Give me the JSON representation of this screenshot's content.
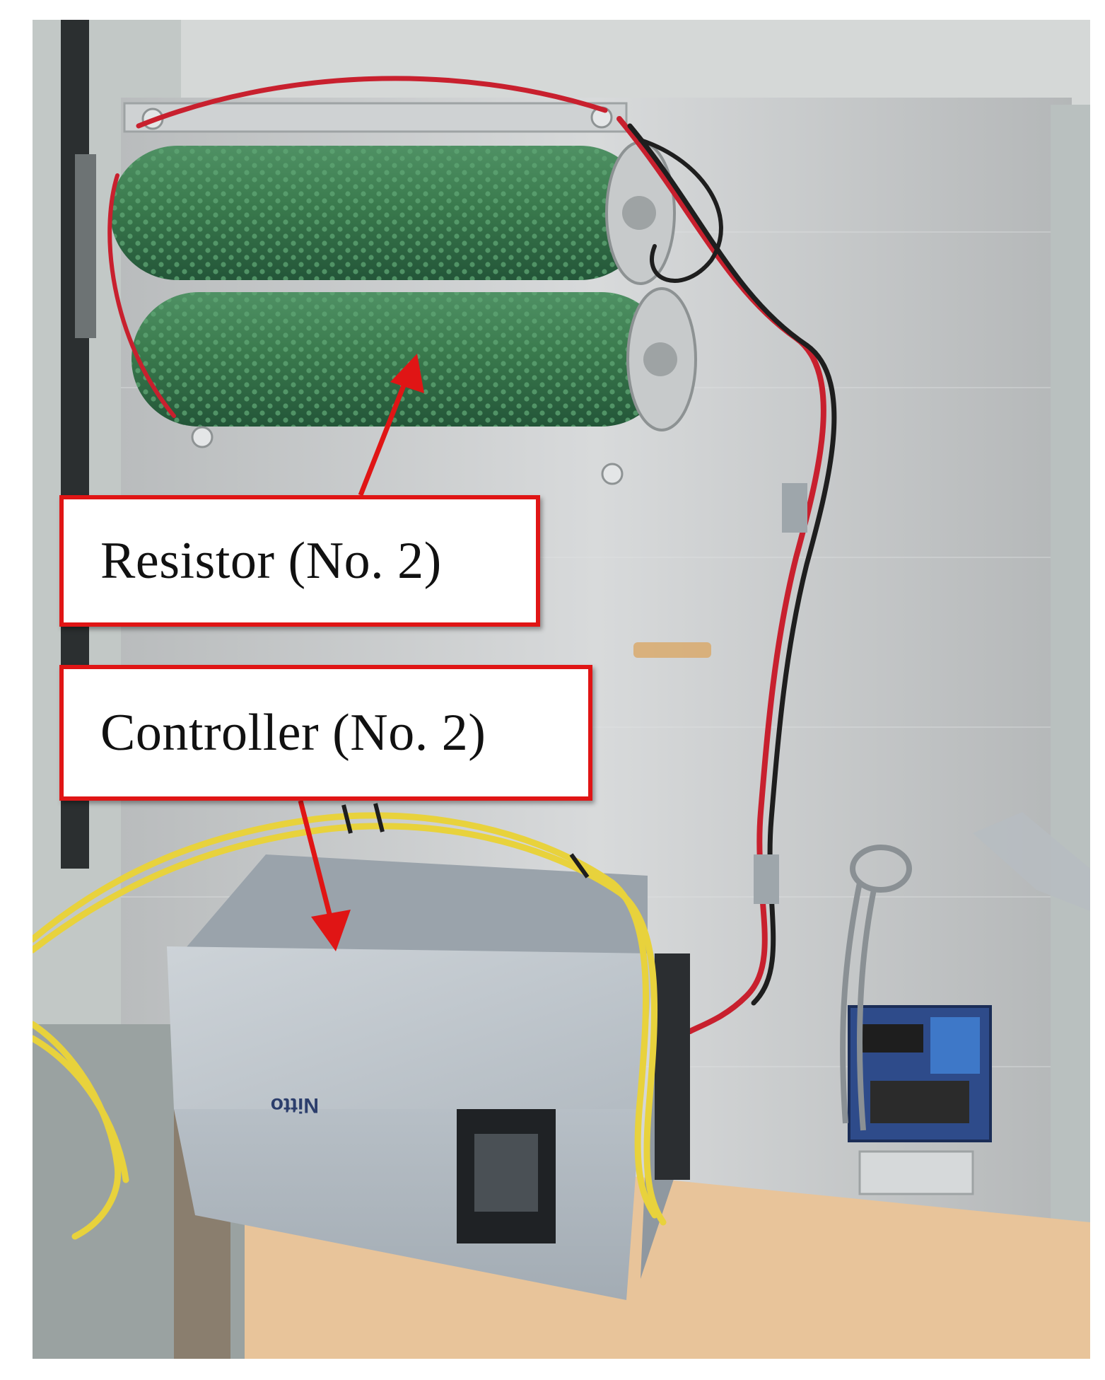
{
  "labels": {
    "resistor": "Resistor (No. 2)",
    "controller": "Controller (No. 2)"
  },
  "colors": {
    "callout_border": "#e01515",
    "arrow": "#e01515",
    "resistor_green": "#3c7a4d",
    "wire_yellow": "#e8d23c",
    "wire_red": "#c8202e",
    "panel_metal": "#c4c7c8",
    "controller_box": "#b4bcc4",
    "floor_wood": "#e8c49a"
  },
  "photo": {
    "box_marking": "Nitto"
  }
}
